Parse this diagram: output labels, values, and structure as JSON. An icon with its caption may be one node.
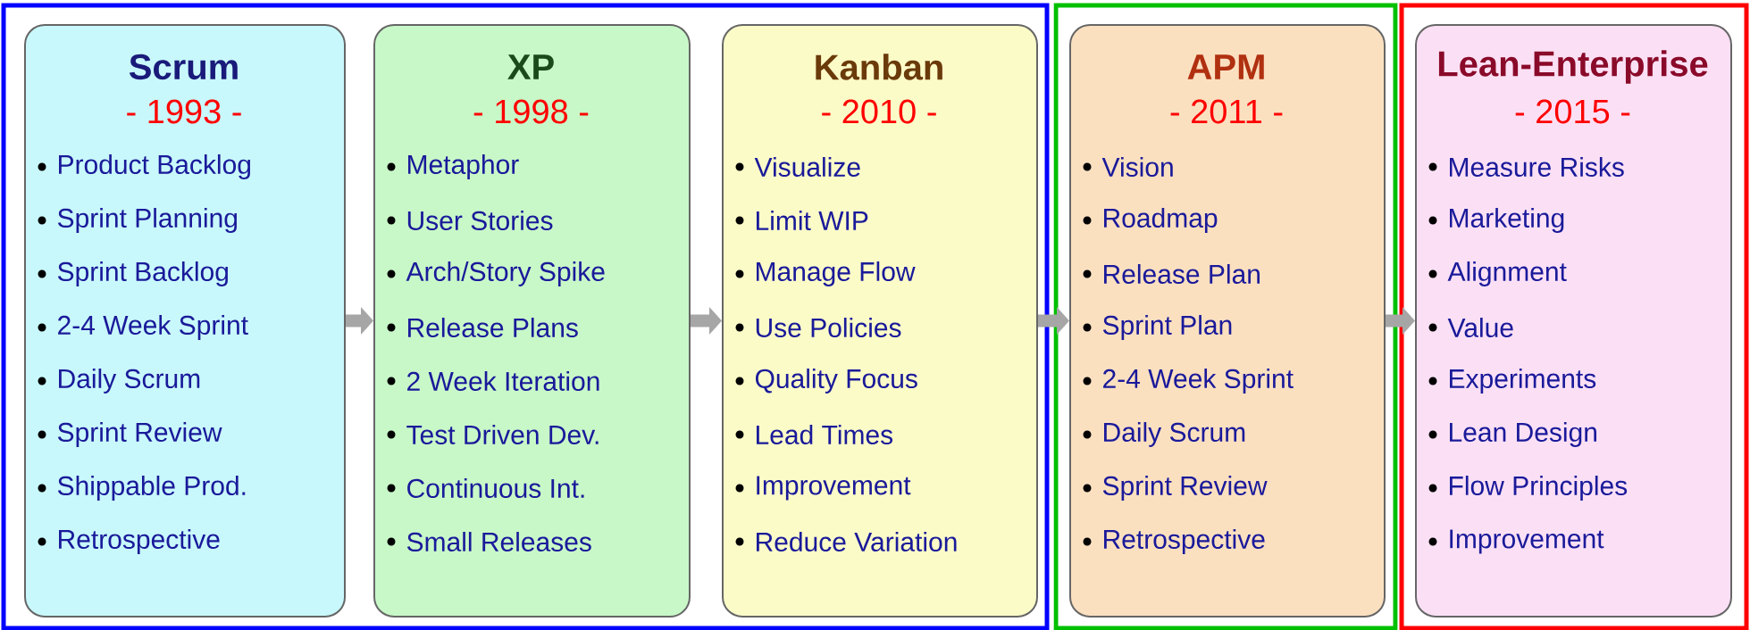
{
  "diagram": {
    "nodes": [
      {
        "text": [],
        "shape": "box"
      },
      {
        "text": [
          "Scrum",
          "- 1993 -",
          "Product Backlog",
          "Sprint Planning",
          "Sprint Backlog",
          "2-4 Week Sprint",
          "Daily Scrum",
          "Sprint Review",
          "Shippable Prod.",
          "Retrospective"
        ],
        "in": 0
      },
      {
        "text": [
          "XP",
          "- 1998 -",
          "Metaphor",
          "User Stories",
          "Arch/Story Spike",
          "Release Plans",
          "2 Week Iteration",
          "Test Driven Dev.",
          "Continuous Int.",
          "Small Releases"
        ],
        "in": 0
      },
      {
        "text": [
          "Kanban",
          "- 2010 -",
          "Visualize",
          "Limit WIP",
          "Manage Flow",
          "Use Policies",
          "Quality Focus",
          "Lead Times",
          "Improvement",
          "Reduce Variation"
        ],
        "in": 0
      },
      {
        "text": [],
        "shape": "box"
      },
      {
        "text": [
          "APM",
          "- 2011 -",
          "Vision",
          "Roadmap",
          "Release Plan",
          "Sprint Plan",
          "2-4 Week Sprint",
          "Daily Scrum",
          "Sprint Review",
          "Retrospective"
        ],
        "in": 4
      },
      {
        "text": [],
        "shape": "box"
      },
      {
        "text": [
          "Lean-Enterprise",
          "- 2015 -",
          "Measure Risks",
          "Marketing",
          "Alignment",
          "Value",
          "Experiments",
          "Lean Design",
          "Flow Principles",
          "Improvement"
        ],
        "in": 6
      }
    ],
    "edges": [
      {
        "from": 1,
        "to": 2,
        "arrow": "to"
      },
      {
        "from": 2,
        "to": 3,
        "arrow": "to"
      },
      {
        "from": 3,
        "to": 5,
        "arrow": "to"
      },
      {
        "from": 5,
        "to": 7,
        "arrow": "to"
      }
    ]
  }
}
